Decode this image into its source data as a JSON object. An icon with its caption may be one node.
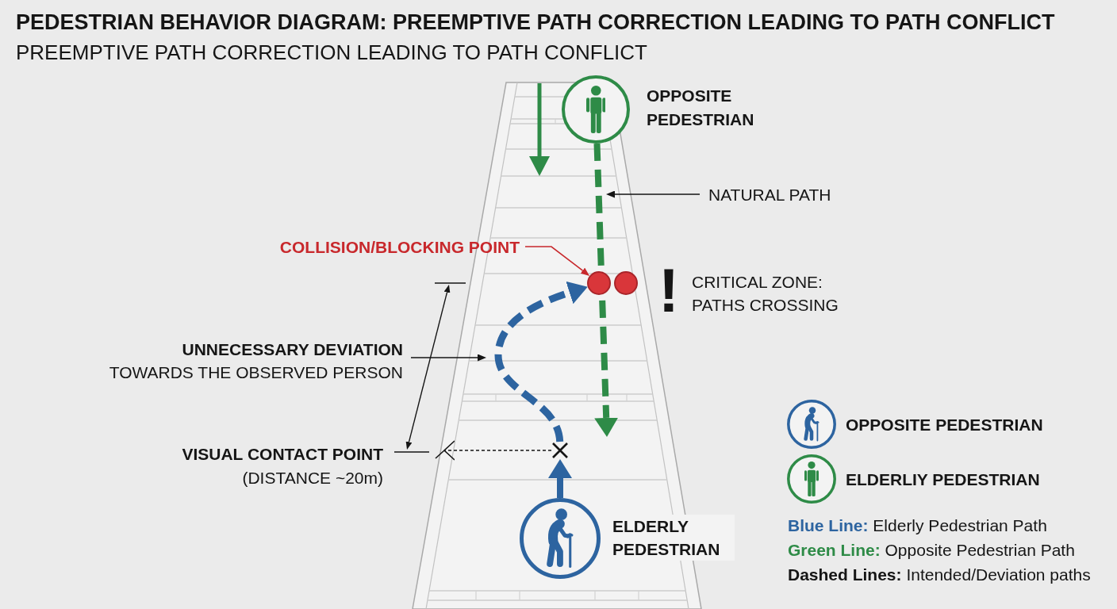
{
  "diagram": {
    "title": "PEDESTRIAN BEHAVIOR DIAGRAM: PREEMPTIVE PATH CORRECTION LEADING TO PATH CONFLICT",
    "nodes": [
      {
        "text": [],
        "shape": "circle",
        "beside": [
          "OPPOSITE PEDESTRIAN"
        ]
      },
      {
        "text": [
          "NATURAL PATH"
        ]
      },
      {
        "text": [
          "COLLISION/BLOCKING POINT"
        ]
      },
      {
        "text": [],
        "shape": "circle"
      },
      {
        "text": [],
        "shape": "circle"
      },
      {
        "text": [
          "UNNECESSARY DEVIATION",
          "TOWARDS THE OBSERVED PERSON"
        ]
      },
      {
        "text": [],
        "shape": "cross"
      },
      {
        "text": [],
        "shape": "circle",
        "beside": [
          "ELDERLY PEDESTRIAN"
        ]
      }
    ],
    "edges": [
      {
        "from": 0,
        "to": null,
        "arrow": "to",
        "style": "dashed",
        "color": "#2e8b47"
      },
      {
        "from": 1,
        "to": null,
        "arrow": "to"
      },
      {
        "from": 2,
        "to": 3,
        "arrow": "to",
        "color": "#c8282c"
      },
      {
        "from": 5,
        "to": null,
        "arrow": "to"
      },
      {
        "from": 7,
        "to": 6,
        "arrow": "to",
        "style": "thick",
        "color": "#2d64a0"
      },
      {
        "from": 6,
        "to": 3,
        "arrow": "to",
        "style": "dashed",
        "color": "#2d64a0"
      },
      {
        "from": 6,
        "to": null,
        "arrow": "to",
        "style": "dashed"
      }
    ],
    "labels": [
      "PREEMPTIVE PATH CORRECTION LEADING TO PATH CONFLICT",
      "!",
      "CRITICAL ZONE: PATHS CROSSING",
      "VISUAL CONTACT POINT",
      "(DISTANCE ~20m)"
    ],
    "legend": [
      {
        "text": "OPPOSITE PEDESTRIAN"
      },
      {
        "text": "ELDERLIY PEDESTRIAN"
      },
      {
        "text": "**Blue Line:** Elderly Pedestrian Path",
        "color": "#2d64a0"
      },
      {
        "text": "**Green Line:** Opposite Pedestrian Path",
        "color": "#2e8b47"
      },
      {
        "text": "**Dashed Lines:** Intended/Deviation paths"
      }
    ]
  }
}
